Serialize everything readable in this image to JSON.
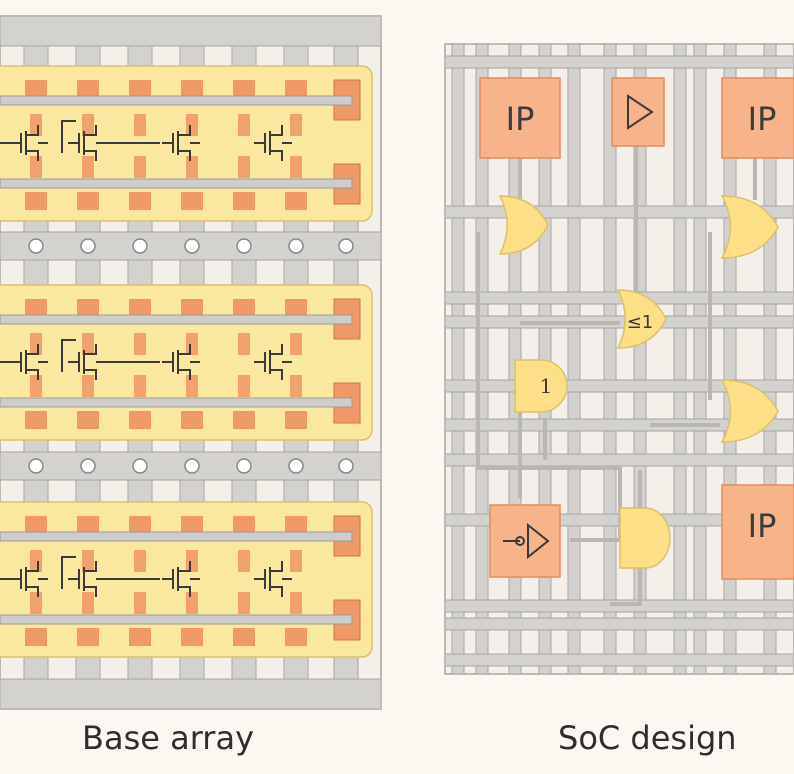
{
  "captions": {
    "left": "Base array",
    "right": "SoC design"
  },
  "left_panel": {
    "row_blocks": 3,
    "contact_columns": 7,
    "transistors_per_rail": 4
  },
  "right_panel": {
    "ip_blocks": [
      "IP",
      "IP",
      "IP"
    ],
    "gates": [
      {
        "kind": "buffer",
        "label": ""
      },
      {
        "kind": "or",
        "label": ""
      },
      {
        "kind": "or",
        "label": ""
      },
      {
        "kind": "threshold",
        "label": "≤1"
      },
      {
        "kind": "and",
        "label": "1"
      },
      {
        "kind": "or",
        "label": ""
      },
      {
        "kind": "and",
        "label": ""
      },
      {
        "kind": "inverter",
        "label": ""
      }
    ]
  },
  "colors": {
    "background": "#fcf7f1",
    "grid": "#d4d2cf",
    "grid_stroke": "#a9a7a4",
    "cell_fill": "#fbe8a0",
    "cell_stroke": "#dcc16a",
    "contact": "#ef9968",
    "ip_fill": "#f7b48b",
    "ip_stroke": "#e38c5c",
    "gate_fill": "#fcdf86",
    "ink": "#3a3a3a"
  }
}
